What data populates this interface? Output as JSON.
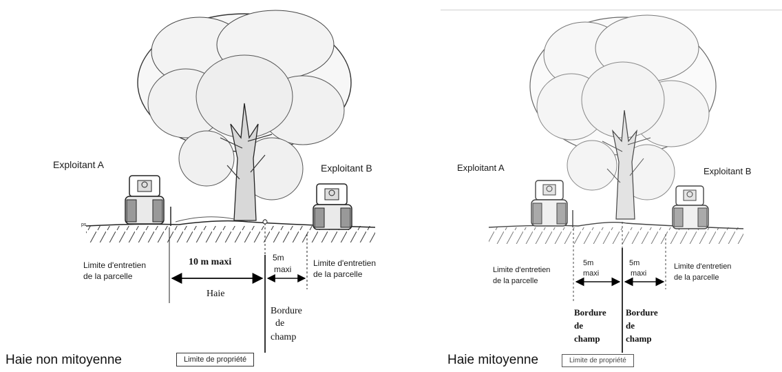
{
  "left": {
    "caption": "Haie non mitoyenne",
    "exploitant_a": "Exploitant A",
    "exploitant_b": "Exploitant B",
    "limite_entretien_left_1": "Limite d'entretien",
    "limite_entretien_left_2": "de la parcelle",
    "limite_entretien_right_1": "Limite d'entretien",
    "limite_entretien_right_2": "de la parcelle",
    "ten_m_maxi": "10 m maxi",
    "haie": "Haie",
    "five_m": "5m",
    "maxi": "maxi",
    "bordure_1": "Bordure",
    "bordure_2": "de",
    "bordure_3": "champ",
    "limite_propriete": "Limite de propriété",
    "signature": "ps"
  },
  "right": {
    "caption": "Haie mitoyenne",
    "exploitant_a": "Exploitant A",
    "exploitant_b": "Exploitant B",
    "limite_entretien_left_1": "Limite d'entretien",
    "limite_entretien_left_2": "de la parcelle",
    "limite_entretien_right_1": "Limite d'entretien",
    "limite_entretien_right_2": "de la parcelle",
    "five_m_left": "5m",
    "maxi_left": "maxi",
    "five_m_right": "5m",
    "maxi_right": "maxi",
    "bordure_left_1": "Bordure",
    "bordure_left_2": "de",
    "bordure_left_3": "champ",
    "bordure_right_1": "Bordure",
    "bordure_right_2": "de",
    "bordure_right_3": "champ",
    "limite_propriete": "Limite de propriété"
  }
}
